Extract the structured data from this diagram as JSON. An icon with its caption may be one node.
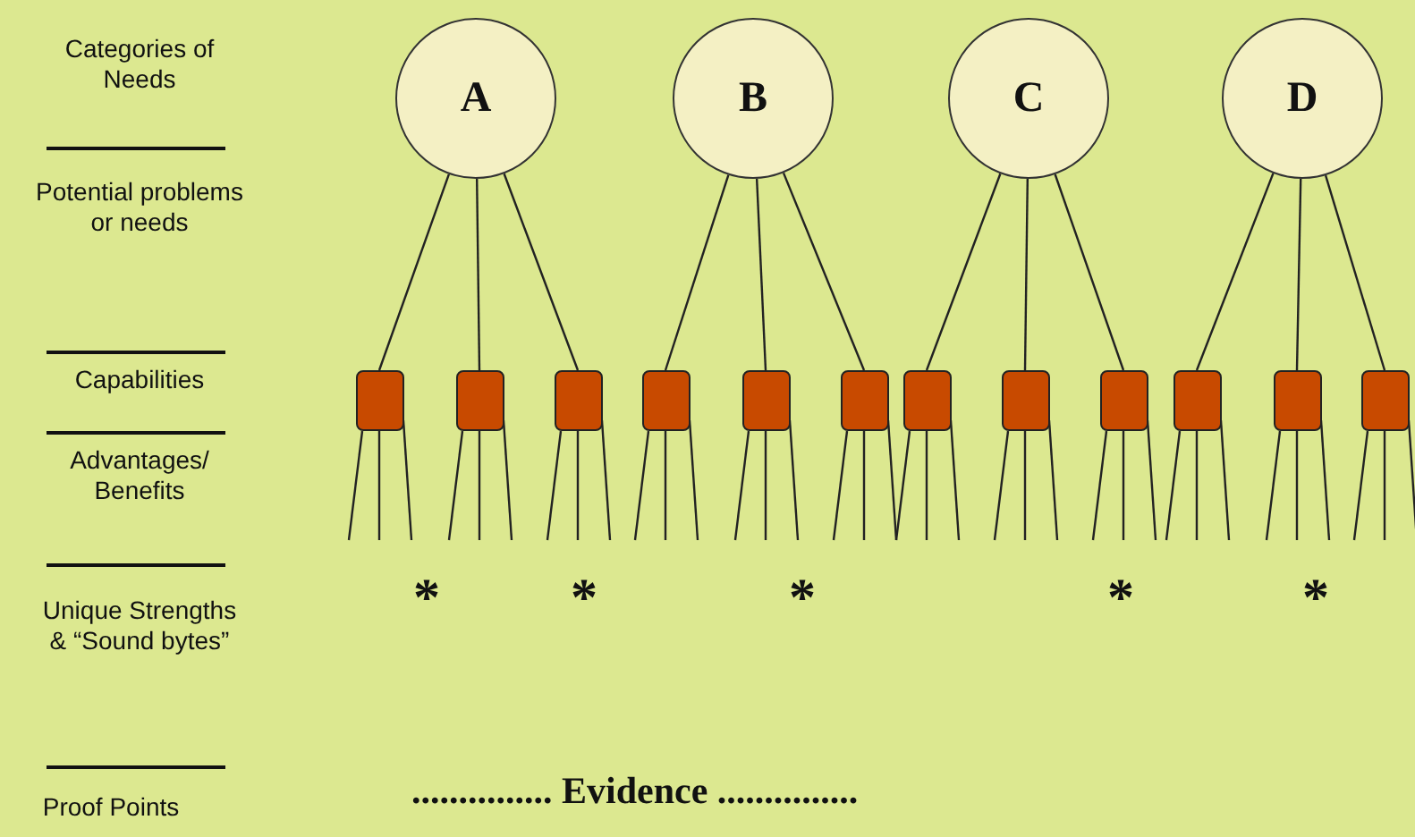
{
  "diagram": {
    "nodes": [
      {
        "text": [
          "A"
        ]
      },
      {
        "text": [
          "B"
        ]
      },
      {
        "text": [
          "C"
        ]
      },
      {
        "text": [
          "D"
        ]
      },
      {
        "text": [],
        "shape": "box"
      },
      {
        "text": [],
        "shape": "box"
      },
      {
        "text": [],
        "shape": "box"
      },
      {
        "text": [],
        "shape": "box"
      },
      {
        "text": [],
        "shape": "box"
      },
      {
        "text": [],
        "shape": "box"
      },
      {
        "text": [],
        "shape": "box"
      },
      {
        "text": [],
        "shape": "box"
      },
      {
        "text": [],
        "shape": "box"
      },
      {
        "text": [],
        "shape": "box"
      },
      {
        "text": [],
        "shape": "box"
      },
      {
        "text": [],
        "shape": "box"
      }
    ],
    "edges": [
      {
        "from": 0,
        "to": 4,
        "arrow": "none"
      },
      {
        "from": 0,
        "to": 5,
        "arrow": "none"
      },
      {
        "from": 0,
        "to": 6,
        "arrow": "none"
      },
      {
        "from": 1,
        "to": 7,
        "arrow": "none"
      },
      {
        "from": 1,
        "to": 8,
        "arrow": "none"
      },
      {
        "from": 1,
        "to": 9,
        "arrow": "none"
      },
      {
        "from": 2,
        "to": 10,
        "arrow": "none"
      },
      {
        "from": 2,
        "to": 11,
        "arrow": "none"
      },
      {
        "from": 2,
        "to": 12,
        "arrow": "none"
      },
      {
        "from": 3,
        "to": 13,
        "arrow": "none"
      },
      {
        "from": 3,
        "to": 14,
        "arrow": "none"
      },
      {
        "from": 3,
        "to": 15,
        "arrow": "none"
      },
      {
        "from": 4,
        "to": null,
        "arrow": "none"
      },
      {
        "from": 4,
        "to": null,
        "arrow": "none"
      },
      {
        "from": 4,
        "to": null,
        "arrow": "none"
      },
      {
        "from": 5,
        "to": null,
        "arrow": "none"
      },
      {
        "from": 5,
        "to": null,
        "arrow": "none"
      },
      {
        "from": 5,
        "to": null,
        "arrow": "none"
      },
      {
        "from": 6,
        "to": null,
        "arrow": "none"
      },
      {
        "from": 6,
        "to": null,
        "arrow": "none"
      },
      {
        "from": 6,
        "to": null,
        "arrow": "none"
      },
      {
        "from": 7,
        "to": null,
        "arrow": "none"
      },
      {
        "from": 7,
        "to": null,
        "arrow": "none"
      },
      {
        "from": 7,
        "to": null,
        "arrow": "none"
      },
      {
        "from": 8,
        "to": null,
        "arrow": "none"
      },
      {
        "from": 8,
        "to": null,
        "arrow": "none"
      },
      {
        "from": 8,
        "to": null,
        "arrow": "none"
      },
      {
        "from": 9,
        "to": null,
        "arrow": "none"
      },
      {
        "from": 9,
        "to": null,
        "arrow": "none"
      },
      {
        "from": 9,
        "to": null,
        "arrow": "none"
      },
      {
        "from": 10,
        "to": null,
        "arrow": "none"
      },
      {
        "from": 10,
        "to": null,
        "arrow": "none"
      },
      {
        "from": 10,
        "to": null,
        "arrow": "none"
      },
      {
        "from": 11,
        "to": null,
        "arrow": "none"
      },
      {
        "from": 11,
        "to": null,
        "arrow": "none"
      },
      {
        "from": 11,
        "to": null,
        "arrow": "none"
      },
      {
        "from": 12,
        "to": null,
        "arrow": "none"
      },
      {
        "from": 12,
        "to": null,
        "arrow": "none"
      },
      {
        "from": 12,
        "to": null,
        "arrow": "none"
      },
      {
        "from": 13,
        "to": null,
        "arrow": "none"
      },
      {
        "from": 13,
        "to": null,
        "arrow": "none"
      },
      {
        "from": 13,
        "to": null,
        "arrow": "none"
      },
      {
        "from": 14,
        "to": null,
        "arrow": "none"
      },
      {
        "from": 14,
        "to": null,
        "arrow": "none"
      },
      {
        "from": 14,
        "to": null,
        "arrow": "none"
      },
      {
        "from": 15,
        "to": null,
        "arrow": "none"
      },
      {
        "from": 15,
        "to": null,
        "arrow": "none"
      },
      {
        "from": 15,
        "to": null,
        "arrow": "none"
      }
    ],
    "labels": [
      "Categories of Needs",
      "Potential problems or needs",
      "Capabilities",
      "Advantages/ Benefits",
      "Unique Strengths & “Sound bytes”",
      "*",
      "*",
      "*",
      "*",
      "*",
      "Proof Points",
      "............... Evidence ..............."
    ]
  }
}
